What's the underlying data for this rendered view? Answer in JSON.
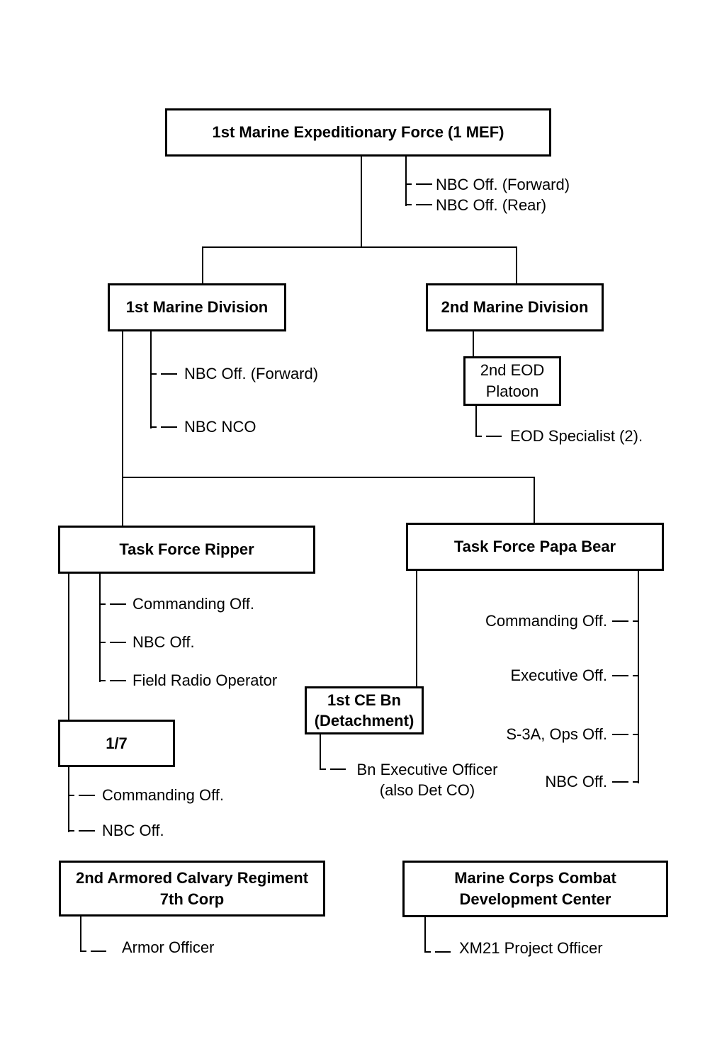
{
  "diagram": {
    "title_node": "1st Marine Expeditionary Force (1 MEF)",
    "nodes": {
      "mef": {
        "lines": [
          "1st Marine Expeditionary Force (1 MEF)"
        ]
      },
      "div1": {
        "lines": [
          "1st Marine Division"
        ]
      },
      "div2": {
        "lines": [
          "2nd Marine Division"
        ]
      },
      "eod_platoon": {
        "lines": [
          "2nd EOD",
          "Platoon"
        ]
      },
      "tf_ripper": {
        "lines": [
          "Task Force Ripper"
        ]
      },
      "tf_papa_bear": {
        "lines": [
          "Task Force Papa Bear"
        ]
      },
      "ce_bn": {
        "lines": [
          "1st CE Bn",
          "(Detachment)"
        ]
      },
      "one_seven": {
        "lines": [
          "1/7"
        ]
      },
      "acr": {
        "lines": [
          "2nd Armored Calvary Regiment",
          "7th Corp"
        ]
      },
      "mccdc": {
        "lines": [
          "Marine Corps Combat",
          "Development Center"
        ]
      }
    },
    "labels": {
      "mef_nbc_forward": "NBC Off. (Forward)",
      "mef_nbc_rear": "NBC Off. (Rear)",
      "div1_nbc_forward": "NBC Off. (Forward)",
      "div1_nbc_nco": "NBC NCO",
      "eod_specialist": "EOD Specialist (2).",
      "ripper_commanding": "Commanding Off.",
      "ripper_nbc": "NBC Off.",
      "ripper_field_radio": "Field Radio Operator",
      "one_seven_commanding": "Commanding Off.",
      "one_seven_nbc": "NBC Off.",
      "papa_commanding": "Commanding Off.",
      "papa_executive": "Executive Off.",
      "papa_s3a": "S-3A, Ops Off.",
      "papa_nbc": "NBC Off.",
      "ce_bn_executive": [
        "Bn Executive Officer",
        "(also Det CO)"
      ],
      "acr_armor_officer": "Armor Officer",
      "mccdc_xm21": "XM21 Project Officer"
    },
    "colors": {
      "ink": "#000000",
      "background": "#ffffff"
    }
  }
}
